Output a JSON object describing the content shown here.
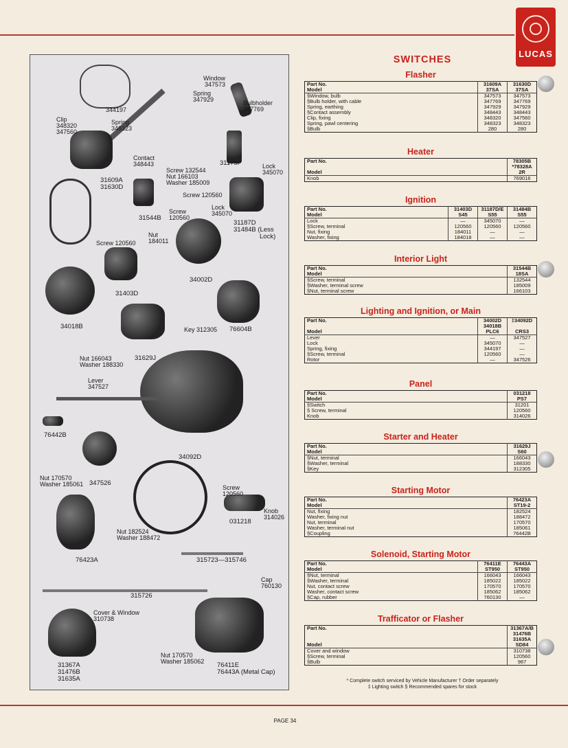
{
  "logo": {
    "word": "LUCAS"
  },
  "page_title": "SWITCHES",
  "parts": [
    {
      "id": "p1",
      "lines": [
        "344197"
      ]
    },
    {
      "id": "p2",
      "lines": [
        "Window",
        "347573"
      ]
    },
    {
      "id": "p3",
      "lines": [
        "Spring",
        "347929"
      ]
    },
    {
      "id": "p4",
      "lines": [
        "Bulbholder",
        "347769"
      ]
    },
    {
      "id": "p5",
      "lines": [
        "Clip",
        "348320",
        "347560"
      ]
    },
    {
      "id": "p6",
      "lines": [
        "Spring",
        "348323"
      ]
    },
    {
      "id": "p7",
      "lines": [
        "Contact",
        "348443"
      ]
    },
    {
      "id": "p8",
      "lines": [
        "31175F"
      ]
    },
    {
      "id": "p9",
      "lines": [
        "Screw 132544",
        "Nut 166103",
        "Washer 185009"
      ]
    },
    {
      "id": "p10",
      "lines": [
        "Lock",
        "345070"
      ]
    },
    {
      "id": "p11",
      "lines": [
        "31609A",
        "31630D"
      ]
    },
    {
      "id": "p12",
      "lines": [
        "Screw 120560"
      ]
    },
    {
      "id": "p13",
      "lines": [
        "31544B"
      ]
    },
    {
      "id": "p14",
      "lines": [
        "Screw",
        "120560"
      ]
    },
    {
      "id": "p15",
      "lines": [
        "Lock",
        "345070"
      ]
    },
    {
      "id": "p16",
      "lines": [
        "31187D",
        "31484B (Less",
        "Lock)"
      ]
    },
    {
      "id": "p17",
      "lines": [
        "Screw 120560"
      ]
    },
    {
      "id": "p18",
      "lines": [
        "Nut",
        "184011"
      ]
    },
    {
      "id": "p19",
      "lines": [
        "34002D"
      ]
    },
    {
      "id": "p20",
      "lines": [
        "31403D"
      ]
    },
    {
      "id": "p21",
      "lines": [
        "34018B"
      ]
    },
    {
      "id": "p22",
      "lines": [
        "Key 312305"
      ]
    },
    {
      "id": "p23",
      "lines": [
        "76604B"
      ]
    },
    {
      "id": "p24",
      "lines": [
        "Nut 166043",
        "Washer 188330"
      ]
    },
    {
      "id": "p25",
      "lines": [
        "31629J"
      ]
    },
    {
      "id": "p26",
      "lines": [
        "Lever",
        "347527"
      ]
    },
    {
      "id": "p27",
      "lines": [
        "76442B"
      ]
    },
    {
      "id": "p28",
      "lines": [
        "34092D"
      ]
    },
    {
      "id": "p29",
      "lines": [
        "347526"
      ]
    },
    {
      "id": "p30",
      "lines": [
        "Nut 170570",
        "Washer 185061"
      ]
    },
    {
      "id": "p31",
      "lines": [
        "Screw",
        "120560"
      ]
    },
    {
      "id": "p32",
      "lines": [
        "Knob",
        "314026"
      ]
    },
    {
      "id": "p33",
      "lines": [
        "Nut 182524",
        "Washer 188472"
      ]
    },
    {
      "id": "p34",
      "lines": [
        "031218"
      ]
    },
    {
      "id": "p35",
      "lines": [
        "76423A"
      ]
    },
    {
      "id": "p36",
      "lines": [
        "315723—315746"
      ]
    },
    {
      "id": "p37",
      "lines": [
        "Cap",
        "760130"
      ]
    },
    {
      "id": "p38",
      "lines": [
        "315726"
      ]
    },
    {
      "id": "p39",
      "lines": [
        "Cover & Window",
        "310738"
      ]
    },
    {
      "id": "p40",
      "lines": [
        "Nut 170570",
        "Washer 185062"
      ]
    },
    {
      "id": "p41",
      "lines": [
        "76411E",
        "76443A (Metal Cap)"
      ]
    },
    {
      "id": "p42",
      "lines": [
        "31367A",
        "31476B",
        "31635A"
      ]
    }
  ],
  "sections": [
    {
      "title": "Flasher",
      "header": {
        "label": "Part No.\nModel",
        "values": [
          "31609A\n37SA",
          "31630D\n37SA"
        ]
      },
      "body": {
        "label": "§Window, bulb\n§Bulb holder, with cable\nSpring, earthing\n§Contact assembly\nClip, fixing\nSpring, pawl centering\n§Bulb",
        "values": [
          "347573\n347769\n347929\n348443\n348320\n348323\n280",
          "347573\n347769\n347929\n348443\n347560\n348323\n280"
        ]
      }
    },
    {
      "title": "Heater",
      "header": {
        "label": "Part No.\n\nModel",
        "values": [
          "78305B\n*78328A\n2R"
        ]
      },
      "body": {
        "label": "Knob",
        "values": [
          "769016"
        ]
      }
    },
    {
      "title": "Ignition",
      "header": {
        "label": "Part No.\nModel",
        "values": [
          "31403D\nS45",
          "31187D/E\nS55",
          "31484B\nS55"
        ]
      },
      "body": {
        "label": "Lock\n§Screw, terminal\nNut, fixing\nWasher, fixing",
        "values": [
          "—\n120560\n184011\n184018",
          "345070\n120560\n—\n—",
          "—\n120560\n—\n—"
        ]
      }
    },
    {
      "title": "Interior Light",
      "header": {
        "label": "Part No.\nModel",
        "values": [
          "31544B\n18SA"
        ]
      },
      "body": {
        "label": "§Screw, terminal\n§Washer, terminal screw\n§Nut, terminal screw",
        "values": [
          "132544\n185009\n166103"
        ]
      }
    },
    {
      "title": "Lighting and Ignition, or Main",
      "header": {
        "label": "Part No.\n\nModel",
        "values": [
          "34002D\n34018B\nPLC6",
          "‡34092D\n\nCRS3"
        ]
      },
      "body": {
        "label": "Lever\nLock\nSpring, fixing\n§Screw, terminal\nRotor",
        "values": [
          "—\n345070\n344197\n120560\n—",
          "347527\n—\n—\n—\n347526"
        ]
      }
    },
    {
      "title": "Panel",
      "header": {
        "label": "Part No.\nModel",
        "values": [
          "031218\nPS7"
        ]
      },
      "body": {
        "label": "§Switch\n§ Screw, terminal\nKnob",
        "values": [
          "31201\n120560\n314026"
        ]
      }
    },
    {
      "title": "Starter and Heater",
      "header": {
        "label": "Part No.\nModel",
        "values": [
          "31629J\nS60"
        ]
      },
      "body": {
        "label": "§Nut, terminal\n§Washer, terminal\n§Key",
        "values": [
          "166043\n188330\n312305"
        ]
      }
    },
    {
      "title": "Starting Motor",
      "header": {
        "label": "Part No.\nModel",
        "values": [
          "76423A\nST19-2"
        ]
      },
      "body": {
        "label": "Nut, fixing\nWasher, fixing nut\nNut, terminal\nWasher, terminal nut\n§Coupling",
        "values": [
          "182524\n188472\n170570\n185061\n76442B"
        ]
      }
    },
    {
      "title": "Solenoid, Starting Motor",
      "header": {
        "label": "Part No.\nModel",
        "values": [
          "76411E\nST950",
          "76443A\nST950"
        ]
      },
      "body": {
        "label": "§Nut, terminal\n§Washer, terminal\nNut, contact screw\nWasher, contact screw\n§Cap, rubber",
        "values": [
          "166043\n185022\n170570\n185062\n760130",
          "166043\n185022\n170570\n185062\n—"
        ]
      }
    },
    {
      "title": "Trafficator or Flasher",
      "header": {
        "label": "Part No.\n\n\nModel",
        "values": [
          "31367A/B\n31476B\n31635A\nSD84"
        ]
      },
      "body": {
        "label": "Cover and window\n§Screw, terminal\n§Bulb",
        "values": [
          "310738\n120560\n987"
        ]
      }
    }
  ],
  "footnote": {
    "line1": "* Complete switch serviced by Vehicle Manufacturer   † Order separately",
    "line2": "‡ Lighting switch   § Recommended spares for stock"
  },
  "page_number": "PAGE 34"
}
